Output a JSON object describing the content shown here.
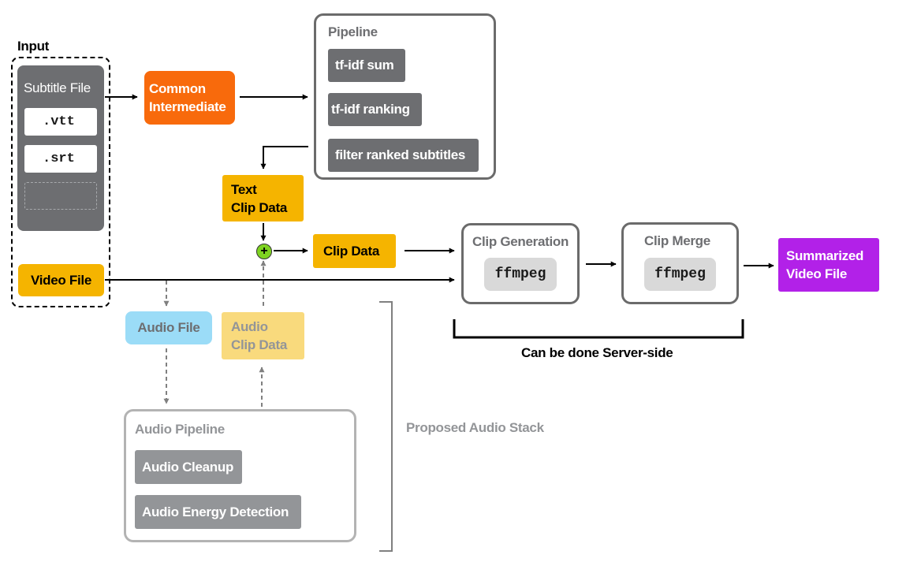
{
  "input": {
    "title": "Input",
    "subtitle_file": "Subtitle File",
    "formats": [
      ".vtt",
      ".srt"
    ],
    "video_file": "Video File"
  },
  "common_intermediate": "Common\nIntermediate",
  "pipeline": {
    "title": "Pipeline",
    "steps": [
      "tf-idf sum",
      "tf-idf ranking",
      "filter ranked subtitles"
    ]
  },
  "text_clip_data": "Text\nClip Data",
  "plus_symbol": "+",
  "clip_data": "Clip Data",
  "audio_file": "Audio File",
  "audio_clip_data": "Audio\nClip Data",
  "audio_pipeline": {
    "title": "Audio Pipeline",
    "steps": [
      "Audio Cleanup",
      "Audio Energy Detection"
    ]
  },
  "proposed_audio_stack": "Proposed Audio Stack",
  "clip_generation": {
    "title": "Clip Generation",
    "tool": "ffmpeg"
  },
  "clip_merge": {
    "title": "Clip Merge",
    "tool": "ffmpeg"
  },
  "server_side_note": "Can be done Server-side",
  "output": "Summarized\nVideo File",
  "colors": {
    "orange": "#f86a0c",
    "amber": "#f5b400",
    "amber_light": "#f9da7d",
    "gray": "#6d6e71",
    "gray_light": "#939598",
    "blue_light": "#9bdcf7",
    "purple": "#b221e8",
    "green": "#7ed321"
  }
}
